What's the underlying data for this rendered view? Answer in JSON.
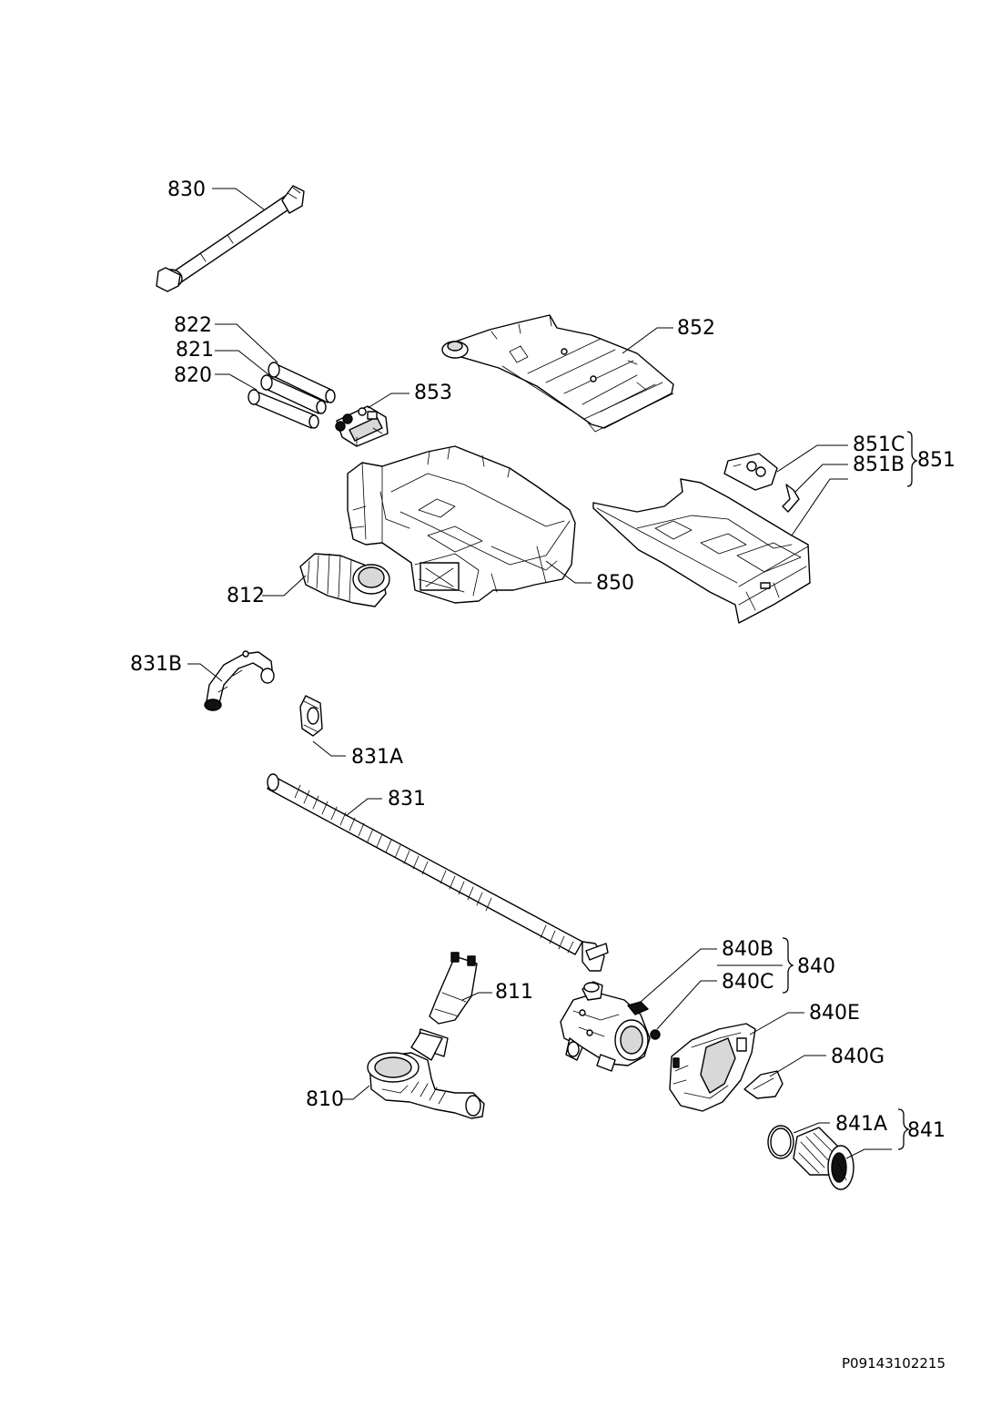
{
  "labels": {
    "p830": "830",
    "p822": "822",
    "p821": "821",
    "p820": "820",
    "p853": "853",
    "p852": "852",
    "p851C": "851C",
    "p851B": "851B",
    "p851": "851",
    "p850": "850",
    "p812": "812",
    "p831B": "831B",
    "p831A": "831A",
    "p831": "831",
    "p840B": "840B",
    "p840C": "840C",
    "p840": "840",
    "p840E": "840E",
    "p840G": "840G",
    "p811": "811",
    "p810": "810",
    "p841A": "841A",
    "p841": "841"
  },
  "reference": "P09143102215"
}
